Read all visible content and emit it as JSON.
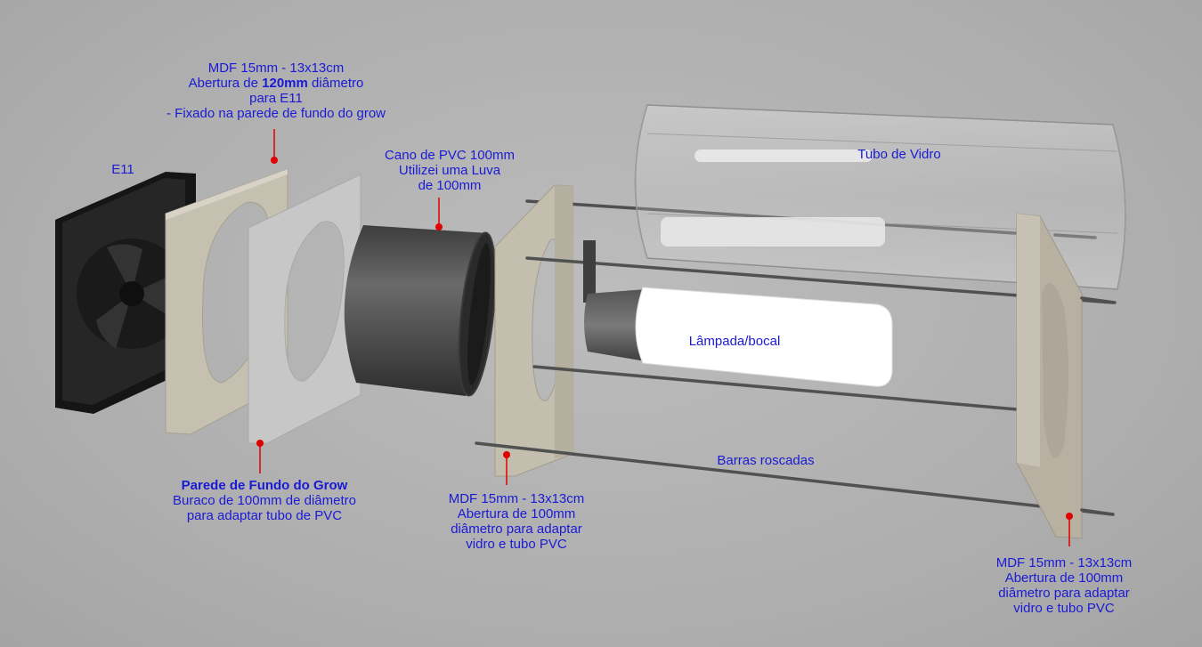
{
  "colors": {
    "label_text": "#1a1ad6",
    "leader_line": "#e00000",
    "background": "#b1b1b1",
    "mdf": "#c5bfb0",
    "wall": "#c4c4c4",
    "fan": "#1c1c1c",
    "pvc": "#4d4d4d",
    "lamp": "#ffffff",
    "rod": "#555555"
  },
  "labels": {
    "mdf_top": {
      "line1": "MDF 15mm - 13x13cm",
      "line2_prefix": "Abertura de ",
      "line2_bold": "120mm",
      "line2_suffix": " diâmetro",
      "line3": "para E11",
      "line4": "- Fixado na parede de fundo do grow"
    },
    "fan": {
      "line1": "E11"
    },
    "pvc": {
      "line1": "Cano de PVC 100mm",
      "line2": "Utilizei uma Luva",
      "line3": "de 100mm"
    },
    "glass": {
      "line1": "Tubo de Vidro"
    },
    "lamp": {
      "line1": "Lâmpada/bocal"
    },
    "rods": {
      "line1": "Barras roscadas"
    },
    "wall": {
      "line1": "Parede de Fundo do Grow",
      "line2": "Buraco de 100mm de diâmetro",
      "line3": "para adaptar tubo de PVC"
    },
    "mdf_middle": {
      "line1": "MDF 15mm - 13x13cm",
      "line2": "Abertura de 100mm",
      "line3": "diâmetro para adaptar",
      "line4": "vidro e tubo PVC"
    },
    "mdf_right": {
      "line1": "MDF 15mm - 13x13cm",
      "line2": "Abertura de 100mm",
      "line3": "diâmetro para adaptar",
      "line4": "vidro e tubo PVC"
    }
  }
}
